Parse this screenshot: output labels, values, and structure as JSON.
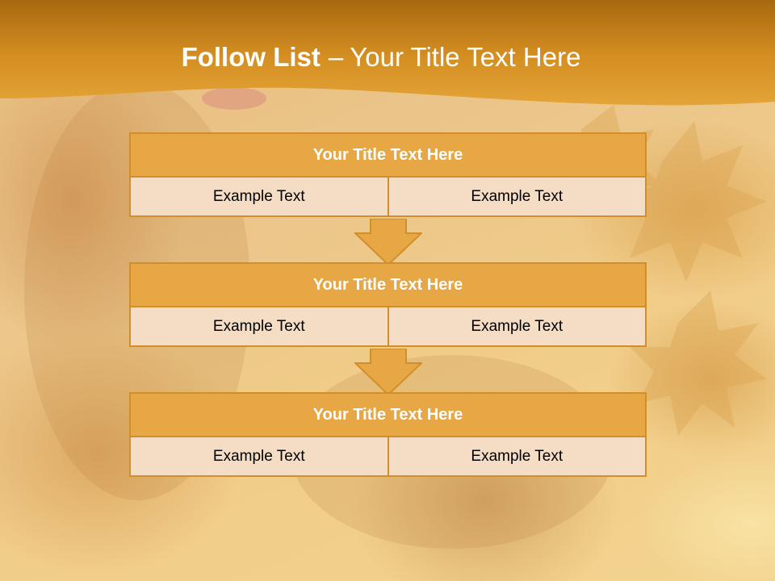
{
  "slide": {
    "title_bold": "Follow List",
    "title_dash": "–",
    "title_rest": "Your Title Text Here"
  },
  "blocks": [
    {
      "heading": "Your Title Text Here",
      "left": "Example Text",
      "right": "Example Text"
    },
    {
      "heading": "Your Title Text Here",
      "left": "Example Text",
      "right": "Example Text"
    },
    {
      "heading": "Your Title Text Here",
      "left": "Example Text",
      "right": "Example Text"
    }
  ],
  "colors": {
    "header": "#d8951f",
    "block_heading": "#e7a744",
    "block_border": "#d08f2a",
    "cell_fill": "#f5dcc4",
    "arrow": "#e7a744"
  }
}
